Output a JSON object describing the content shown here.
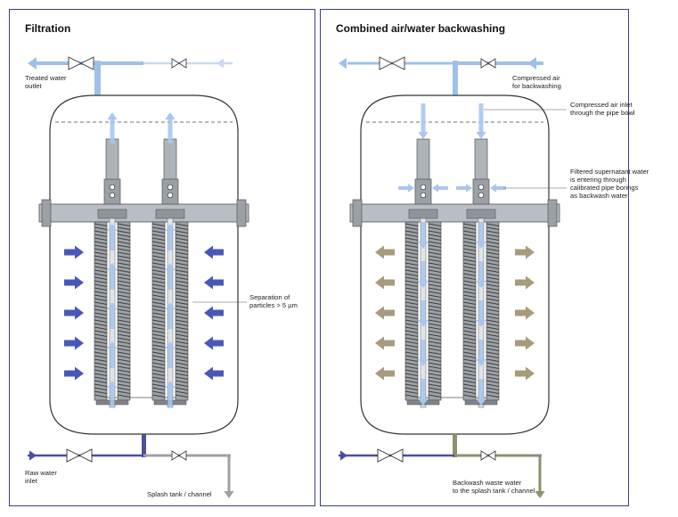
{
  "filtration": {
    "title": "Filtration",
    "treated_water_outlet": [
      "Treated water",
      "outlet"
    ],
    "separation": [
      "Separation of",
      "particles > 5 µm"
    ],
    "raw_water_inlet": [
      "Raw water",
      "inlet"
    ],
    "splash_tank": "Splash tank / channel"
  },
  "backwash": {
    "title": "Combined air/water backwashing",
    "compressed_air": [
      "Compressed air",
      "for backwashing"
    ],
    "air_inlet": [
      "Compressed air inlet",
      "through the pipe bowl"
    ],
    "supernatant": [
      "Filtered supernatant water",
      "is entering through",
      "calibrated pipe borings",
      "as backwash water"
    ],
    "waste_water": [
      "Backwash waste water",
      "to the splash tank / channel"
    ]
  },
  "colors": {
    "frame": "#39407e",
    "treated_pipe": "#9fc0e8",
    "inflow_arrow": "#4b57b8",
    "raw_pipe": "#4a4f9e",
    "waste_pipe": "#8b9170",
    "backwash_arrow": "#a89a7c",
    "flow_arrow": "#a9c7ee",
    "gray_pipe": "#a0a0a0"
  }
}
